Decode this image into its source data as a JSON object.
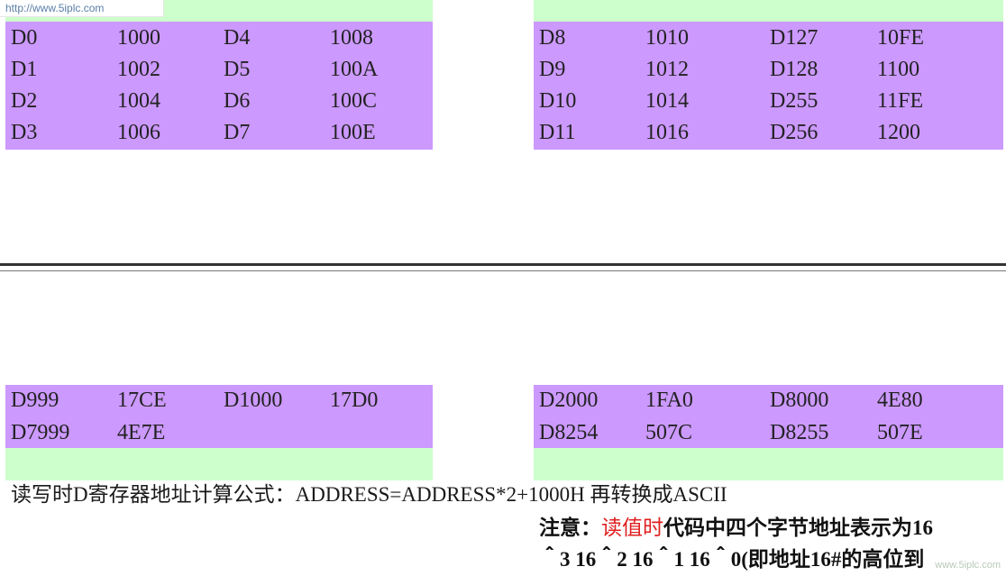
{
  "watermark": "http://www.5iplc.com",
  "top_left": {
    "rows": [
      [
        "D0",
        "1000",
        "D4",
        "1008"
      ],
      [
        "D1",
        "1002",
        "D5",
        "100A"
      ],
      [
        "D2",
        "1004",
        "D6",
        "100C"
      ],
      [
        "D3",
        "1006",
        "D7",
        "100E"
      ]
    ]
  },
  "top_right": {
    "rows": [
      [
        "D8",
        "1010",
        "D127",
        "10FE"
      ],
      [
        "D9",
        "1012",
        "D128",
        "1100"
      ],
      [
        "D10",
        "1014",
        "D255",
        "11FE"
      ],
      [
        "D11",
        "1016",
        "D256",
        "1200"
      ]
    ]
  },
  "bottom_left": {
    "rows": [
      [
        "D999",
        "17CE",
        "D1000",
        "17D0"
      ],
      [
        "D7999",
        "4E7E",
        "",
        ""
      ]
    ]
  },
  "bottom_right": {
    "rows": [
      [
        "D2000",
        "1FA0",
        "D8000",
        "4E80"
      ],
      [
        "D8254",
        "507C",
        "D8255",
        "507E"
      ]
    ]
  },
  "formula": "读写时D寄存器地址计算公式：ADDRESS=ADDRESS*2+1000H  再转换成ASCII",
  "note": {
    "prefix": "注意：",
    "highlight": "读值时",
    "line1_rest": "代码中四个字节地址表示为16",
    "line2": "＾3 16＾2 16＾1 16＾0(即地址16#的高位到"
  },
  "corner_mark": "www.5iplc.com",
  "colors": {
    "green_band": "#ccffcc",
    "purple_table": "#cc99ff",
    "highlight_red": "#e02020"
  }
}
